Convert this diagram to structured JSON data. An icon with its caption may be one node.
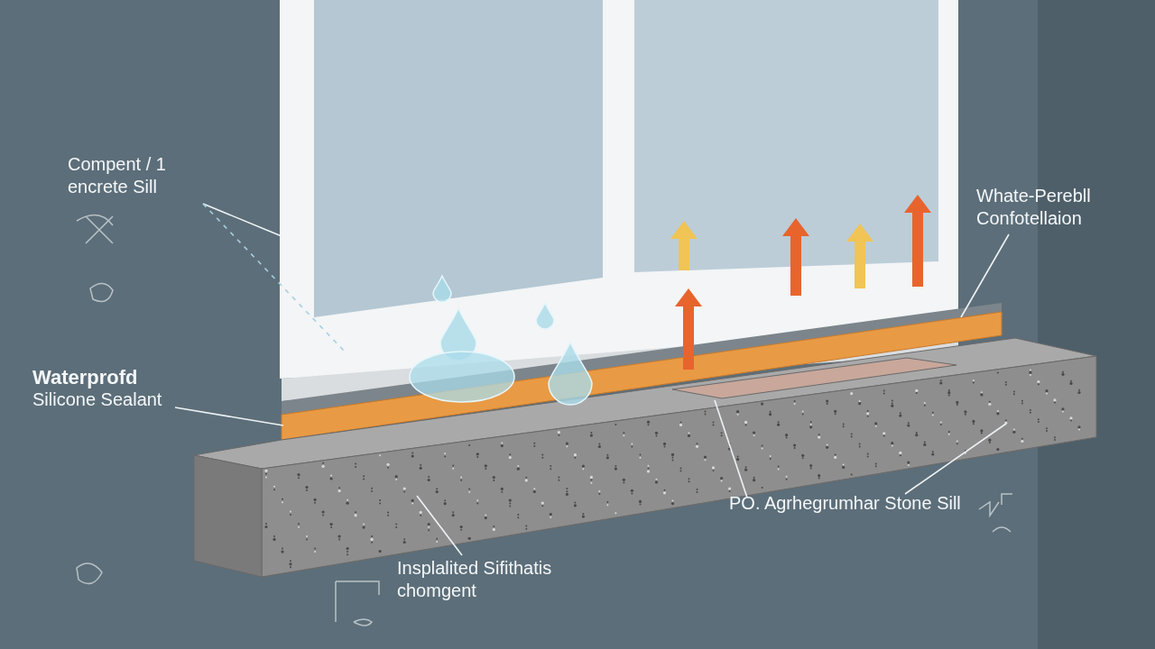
{
  "diagram": {
    "nodes": [
      {
        "text": [
          "Compent / 1 encrete Sill"
        ]
      },
      {
        "text": [
          "Waterprofd",
          "Silicone Sealant"
        ]
      },
      {
        "text": [
          "Whate-Perebll Confotellaion"
        ]
      },
      {
        "text": [
          "PO. Agrhegrumhar Stone Sill"
        ]
      },
      {
        "text": [
          "Insplalited Sifithatis chomgent"
        ]
      },
      {
        "text": [],
        "shape": "picture"
      },
      {
        "text": [],
        "shape": "bar"
      },
      {
        "text": [],
        "shape": "box"
      },
      {
        "text": [],
        "shape": "box"
      }
    ],
    "edges": [
      {
        "from": 0,
        "to": 5,
        "arrow": "none"
      },
      {
        "from": 0,
        "to": 5,
        "arrow": "none",
        "style": "dashed"
      },
      {
        "from": 1,
        "to": 6,
        "arrow": "none"
      },
      {
        "from": 2,
        "to": 6,
        "arrow": "none"
      },
      {
        "from": 3,
        "to": 8,
        "arrow": "none"
      },
      {
        "from": 3,
        "to": 7,
        "arrow": "none"
      },
      {
        "from": 4,
        "to": 7,
        "arrow": "none"
      }
    ]
  }
}
